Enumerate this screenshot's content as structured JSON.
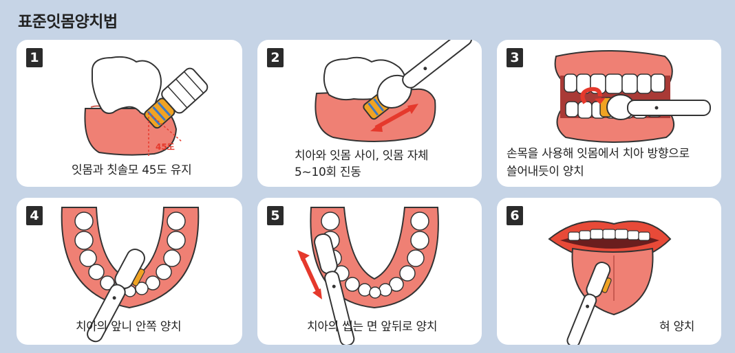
{
  "title": "표준잇몸양치법",
  "steps": [
    {
      "number": "1",
      "caption_lines": [
        "잇몸과 칫솔모 45도 유지"
      ],
      "angle_label": "45도"
    },
    {
      "number": "2",
      "caption_lines": [
        "치아와 잇몸 사이,  잇몸 자체",
        "5~10회 진동"
      ]
    },
    {
      "number": "3",
      "caption_lines": [
        "손목을 사용해 잇몸에서 치아 방향으로",
        "쓸어내듯이 양치"
      ]
    },
    {
      "number": "4",
      "caption_lines": [
        "치아의 앞니 안쪽 양치"
      ]
    },
    {
      "number": "5",
      "caption_lines": [
        "치아의 씹는 면 앞뒤로 양치"
      ]
    },
    {
      "number": "6",
      "caption_lines": [
        "혀 양치"
      ]
    }
  ],
  "colors": {
    "background": "#c6d4e6",
    "gum": "#ef8074",
    "arrow": "#e5392c",
    "bristle": "#f0a323",
    "handle_blue": "#3d78c4"
  }
}
